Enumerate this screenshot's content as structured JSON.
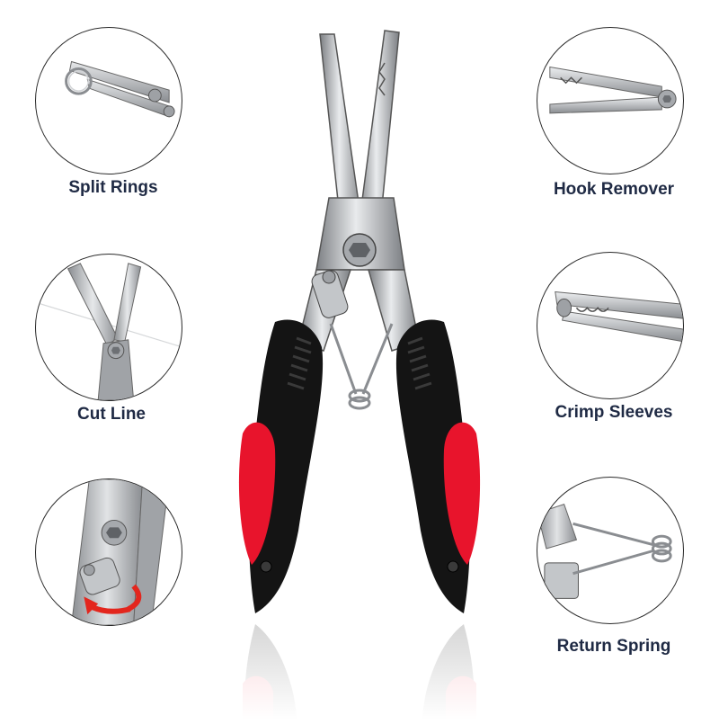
{
  "features": [
    {
      "id": "split-rings",
      "label": "Split Rings"
    },
    {
      "id": "hook-remover",
      "label": "Hook Remover"
    },
    {
      "id": "cut-line",
      "label": "Cut Line"
    },
    {
      "id": "crimp-sleeves",
      "label": "Crimp Sleeves"
    },
    {
      "id": "lock-latch",
      "label": ""
    },
    {
      "id": "return-spring",
      "label": "Return Spring"
    }
  ],
  "colors": {
    "steel": "#b9bcc0",
    "handle_black": "#141414",
    "handle_red": "#e8142c",
    "label_text": "#1f2a44",
    "arrow_red": "#e3261d"
  }
}
